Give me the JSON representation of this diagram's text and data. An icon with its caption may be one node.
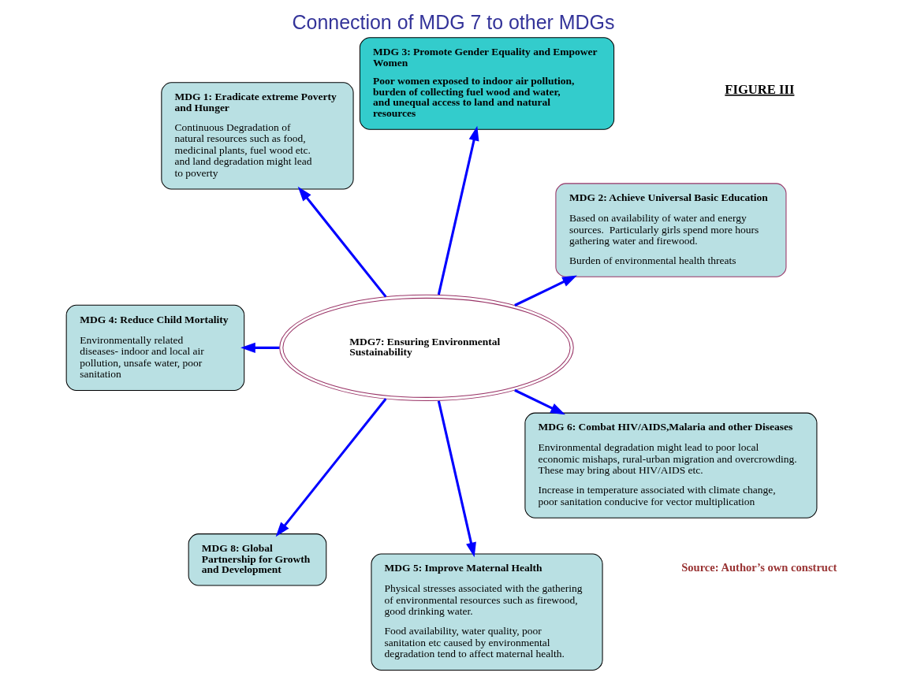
{
  "diagram": {
    "title": "Connection of MDG 7 to other MDGs",
    "caption": "Source: Author’s own construct",
    "nodes": [
      {
        "text": [
          "MDG 2: Achieve Universal Basic Education",
          "Based on availability of water and energy sources.  Particularly girls spend more hours gathering water and firewood.",
          "Burden of environmental health threats"
        ]
      },
      {
        "text": [
          "MDG 3: Promote Gender Equality and Empower Women",
          "Poor women exposed to indoor air pollution, burden of collecting fuel wood and water, and unequal access to land and natural resources"
        ]
      },
      {
        "text": [
          "MDG 1: Eradicate extreme Poverty and Hunger",
          "Continuous Degradation of natural resources such as food, medicinal plants, fuel wood etc. and land degradation might lead to poverty"
        ]
      },
      {
        "text": [
          "MDG 4: Reduce Child Mortality",
          "Environmentally related diseases- indoor and local air pollution, unsafe water, poor sanitation"
        ]
      },
      {
        "text": [
          "MDG7: Ensuring Environmental Sustainability"
        ]
      },
      {
        "text": [
          "MDG 8: Global Partnership for Growth and Development"
        ]
      },
      {
        "text": [
          "MDG 5: Improve Maternal Health",
          "Physical stresses associated with the gathering of environmental resources such as firewood, good drinking water.",
          "Food availability, water quality, poor sanitation etc caused by environmental degradation tend to affect maternal health."
        ]
      },
      {
        "text": [
          "MDG 6: Combat HIV/AIDS,Malaria and other Diseases",
          "Environmental degradation might lead to poor local economic mishaps, rural-urban migration and overcrowding.  These may bring about HIV/AIDS etc.",
          "Increase in temperature associated with climate change, poor sanitation conducive for vector multiplication"
        ]
      }
    ],
    "edges": [
      {
        "from": 4,
        "to": 0,
        "arrow": "to"
      },
      {
        "from": 4,
        "to": 1,
        "arrow": "to"
      },
      {
        "from": 4,
        "to": 2,
        "arrow": "to"
      },
      {
        "from": 4,
        "to": 3,
        "arrow": "to"
      },
      {
        "from": 4,
        "to": 5,
        "arrow": "to"
      },
      {
        "from": 4,
        "to": 6,
        "arrow": "to"
      },
      {
        "from": 4,
        "to": 7,
        "arrow": "to"
      }
    ],
    "labels": [
      "FIGURE III"
    ]
  }
}
